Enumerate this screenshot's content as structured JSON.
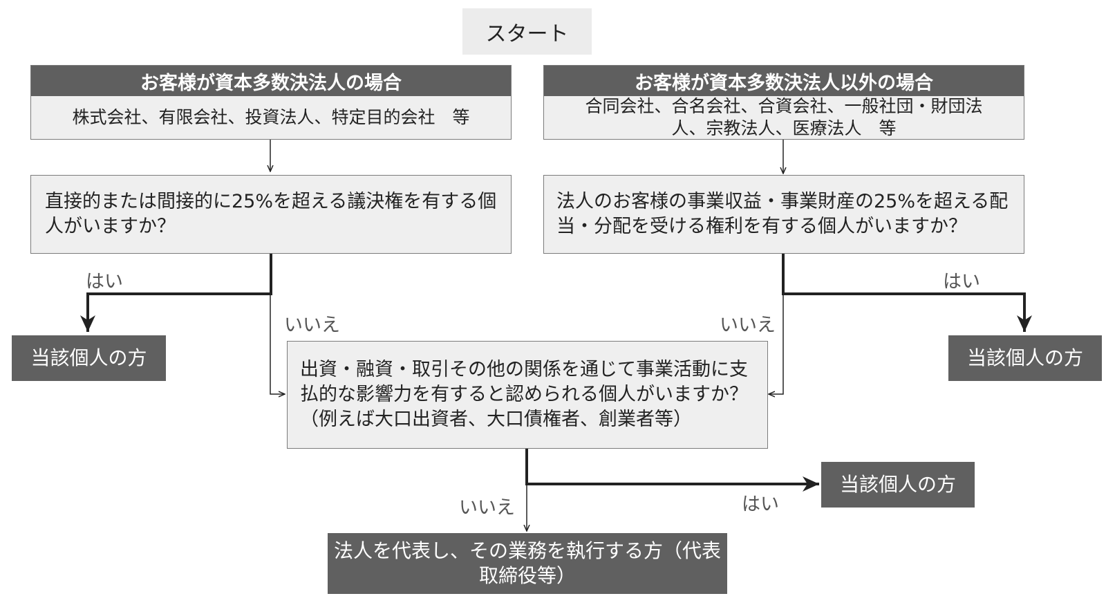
{
  "start": "スタート",
  "left_branch": {
    "header": "お客様が資本多数決法人の場合",
    "examples": "株式会社、有限会社、投資法人、特定目的会社　等",
    "question": "直接的または間接的に25%を超える議決権を有する個人がいますか？"
  },
  "right_branch": {
    "header": "お客様が資本多数決法人以外の場合",
    "examples": "合同会社、合名会社、合資会社、一般社団・財団法人、宗教法人、医療法人　等",
    "question": "法人のお客様の事業収益・事業財産の25%を超える配当・分配を受ける権利を有する個人がいますか？"
  },
  "middle_question": "出資・融資・取引その他の関係を通じて事業活動に支払的な影響力を有すると認められる個人がいますか？（例えば大口出資者、大口債権者、創業者等）",
  "outcomes": {
    "individual_left": "当該個人の方",
    "individual_right": "当該個人の方",
    "individual_middle": "当該個人の方",
    "representative": "法人を代表し、その業務を執行する方（代表取締役等）"
  },
  "labels": {
    "yes": "はい",
    "no": "いいえ"
  },
  "colors": {
    "dark_box": "#606060",
    "light_box": "#efefef",
    "connector": "#222222"
  }
}
